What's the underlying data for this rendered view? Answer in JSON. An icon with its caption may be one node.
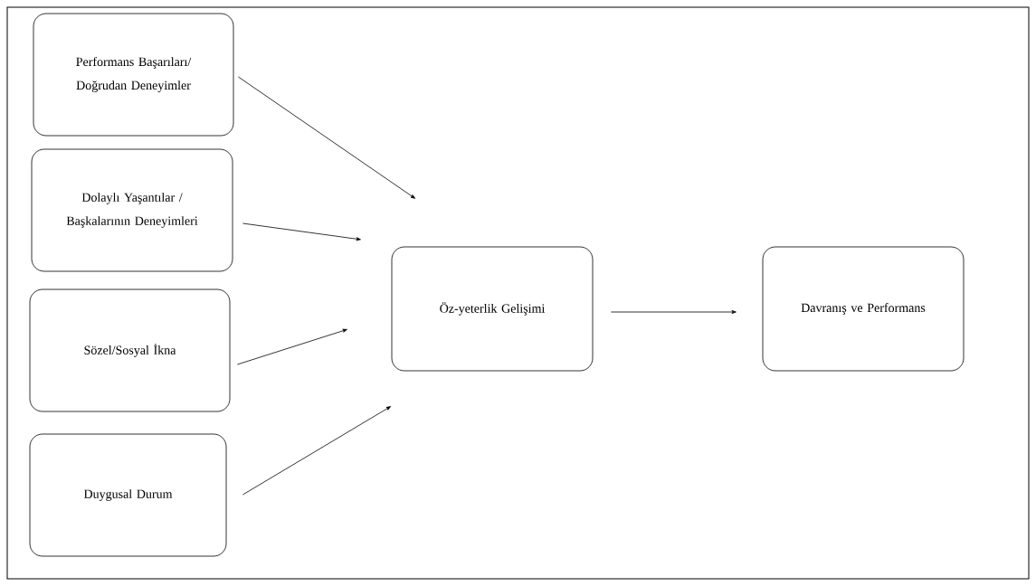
{
  "diagram": {
    "nodes": [
      {
        "text": [
          "Performans Başarıları/ Doğrudan Deneyimler"
        ]
      },
      {
        "text": [
          "Dolaylı Yaşantılar / Başkalarının Deneyimleri"
        ]
      },
      {
        "text": [
          "Sözel/Sosyal İkna"
        ]
      },
      {
        "text": [
          "Duygusal Durum"
        ]
      },
      {
        "text": [
          "Öz-yeterlik Gelişimi"
        ]
      },
      {
        "text": [
          "Davranış ve Performans"
        ]
      }
    ],
    "edges": [
      {
        "from": 0,
        "to": 4,
        "arrow": "to"
      },
      {
        "from": 1,
        "to": 4,
        "arrow": "to"
      },
      {
        "from": 2,
        "to": 4,
        "arrow": "to"
      },
      {
        "from": 3,
        "to": 4,
        "arrow": "to"
      },
      {
        "from": 4,
        "to": 5,
        "arrow": "to"
      }
    ]
  }
}
